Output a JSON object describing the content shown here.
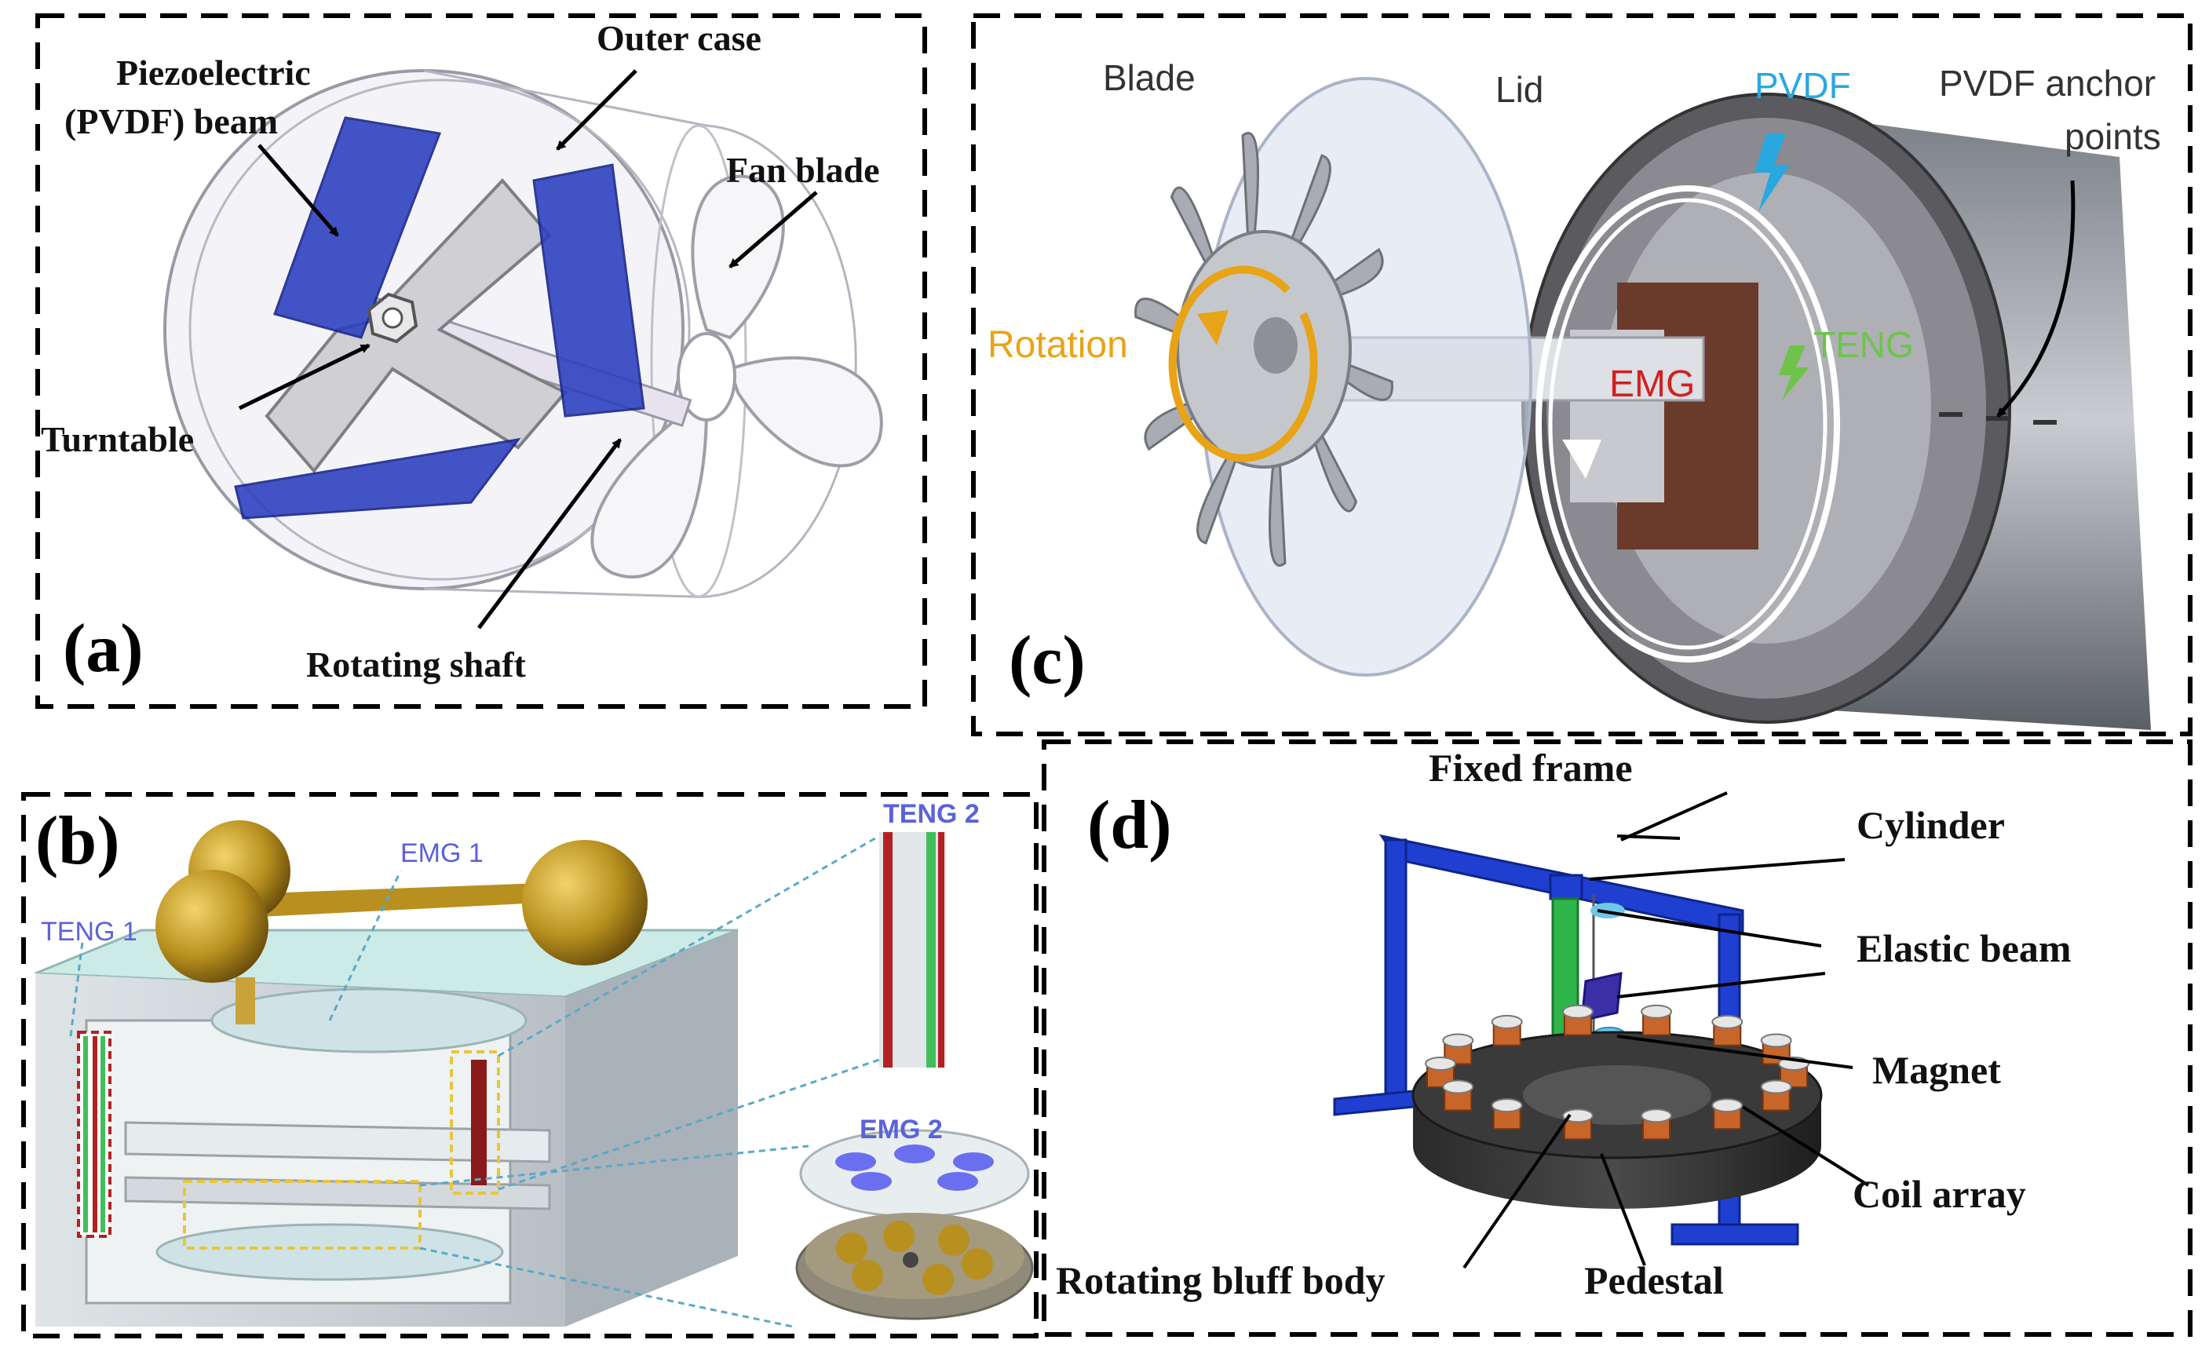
{
  "panel_a": {
    "letter": "(a)",
    "labels": {
      "piezo_line1": "Piezoelectric",
      "piezo_line2": "(PVDF) beam",
      "outer_case": "Outer case",
      "fan_blade": "Fan blade",
      "turntable": "Turntable",
      "rotating_shaft": "Rotating shaft"
    }
  },
  "panel_b": {
    "letter": "(b)",
    "labels": {
      "emg1": "EMG 1",
      "teng1": "TENG 1",
      "teng2": "TENG 2",
      "emg2": "EMG 2"
    }
  },
  "panel_c": {
    "letter": "(c)",
    "labels": {
      "blade": "Blade",
      "lid": "Lid",
      "pvdf": "PVDF",
      "pvdf_anchor_line1": "PVDF anchor",
      "pvdf_anchor_line2": "points",
      "rotation": "Rotation",
      "emg": "EMG",
      "teng": "TENG"
    }
  },
  "panel_d": {
    "letter": "(d)",
    "labels": {
      "fixed_frame": "Fixed frame",
      "cylinder": "Cylinder",
      "elastic_beam": "Elastic beam",
      "magnet": "Magnet",
      "coil_array": "Coil array",
      "rotating_bluff_body": "Rotating bluff body",
      "pedestal": "Pedestal"
    }
  },
  "colors": {
    "pvdf_blue": "#2a3fbf",
    "gold": "#b8901f",
    "frame_blue": "#1f3fd1",
    "copper": "#c8652a",
    "teng_red": "#b22222",
    "teng_green": "#3fbf5a",
    "rotation_orange": "#e8a317",
    "pvdf_label": "#29a8e0",
    "emg_red": "#d22020",
    "teng_label_green": "#6fc34a",
    "label_blue": "#5a63d8"
  }
}
